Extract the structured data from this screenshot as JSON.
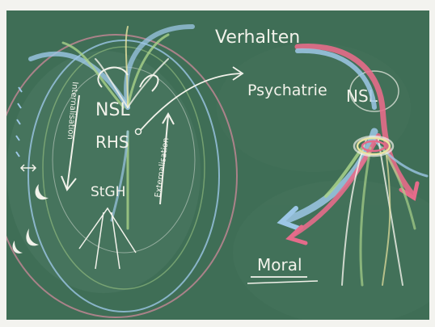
{
  "photo": {
    "subject": "chalkboard-drawing",
    "board_color": "#3f6e56",
    "frame_color": "#f3f3ef",
    "chalk_colors": {
      "white": "#f2f2ea",
      "blue": "#9cc7e6",
      "pink": "#e56b8a",
      "green": "#a9d28a",
      "yellow": "#e8e3a0"
    }
  },
  "labels": {
    "verhalten": "Verhalten",
    "psychatrie": "Psychatrie",
    "nsl": "NSL",
    "nsl_left": "NSL",
    "rhs": "RHS",
    "stgh": "StGH",
    "moral": "Moral",
    "internalisation": "Internalisation",
    "externalisation": "Externalisation"
  }
}
